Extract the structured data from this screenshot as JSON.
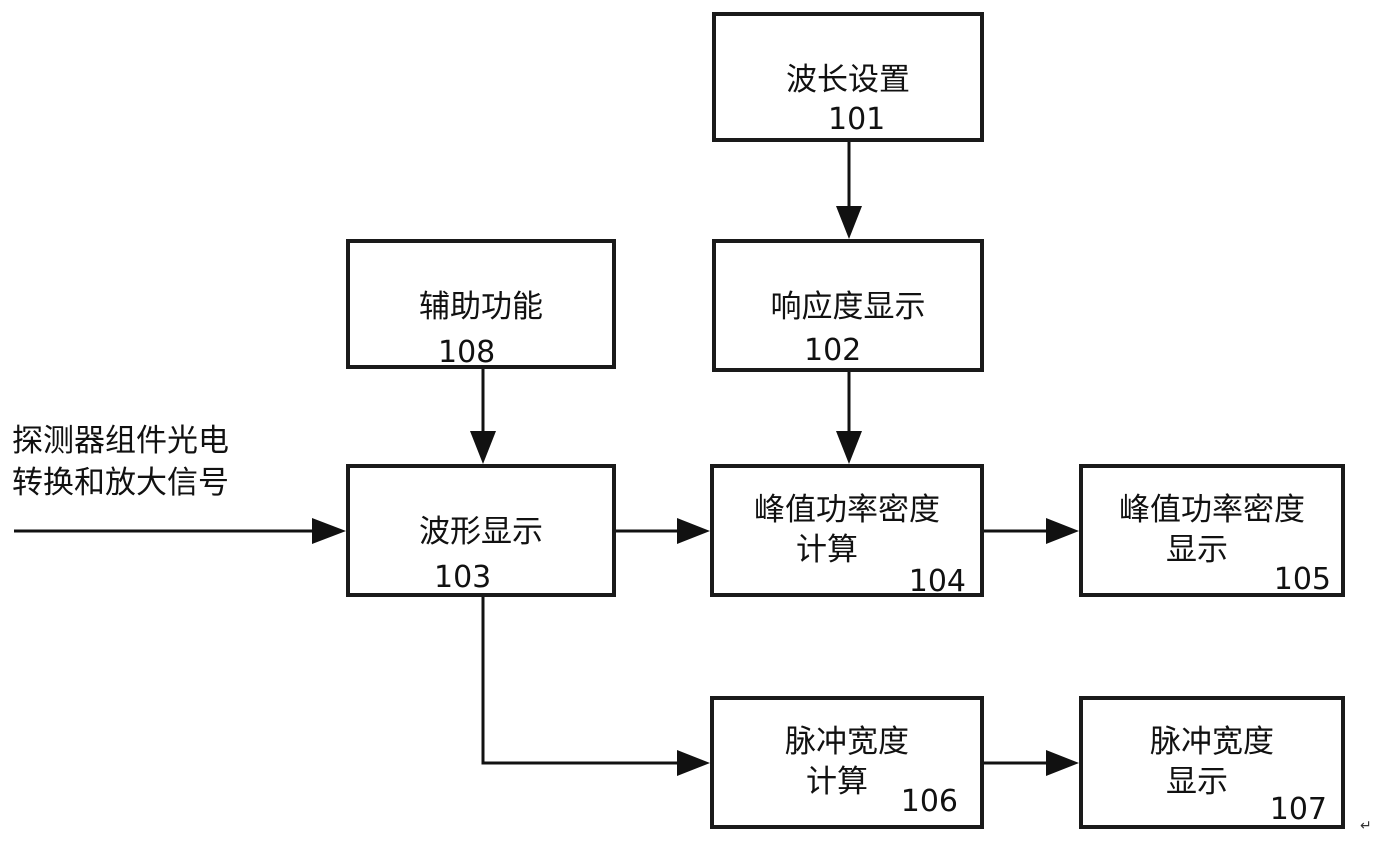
{
  "input_signal": {
    "line1": "探测器组件光电",
    "line2": "转换和放大信号"
  },
  "blocks": {
    "b101": {
      "line1": "波长设置",
      "line2": "",
      "number": "101"
    },
    "b102": {
      "line1": "响应度显示",
      "line2": "",
      "number": "102"
    },
    "b103": {
      "line1": "波形显示",
      "line2": "",
      "number": "103"
    },
    "b104": {
      "line1": "峰值功率密度",
      "line2": "计算",
      "number": "104"
    },
    "b105": {
      "line1": "峰值功率密度",
      "line2": "显示",
      "number": "105"
    },
    "b106": {
      "line1": "脉冲宽度",
      "line2": "计算",
      "number": "106"
    },
    "b107": {
      "line1": "脉冲宽度",
      "line2": "显示",
      "number": "107"
    },
    "b108": {
      "line1": "辅助功能",
      "line2": "",
      "number": "108"
    }
  },
  "paragraph_mark": "↵"
}
